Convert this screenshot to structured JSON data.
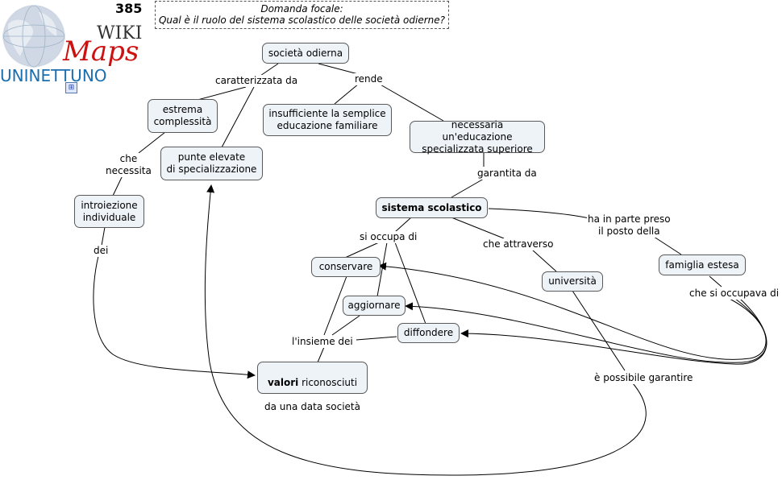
{
  "header": {
    "map_number": "385",
    "focus_question_title": "Domanda focale:",
    "focus_question_text": "Qual è il ruolo del sistema scolastico delle società odierne?"
  },
  "logo": {
    "wiki": "WIKI",
    "maps": "Maps",
    "brand": "UNINETTUNO"
  },
  "colors": {
    "node_fill": "#eef3f7",
    "node_border": "#5a5a5a",
    "brand_blue": "#1a6fb0",
    "logo_red": "#cc1111"
  },
  "nodes": {
    "societa_odierna": "società odierna",
    "estrema_complessita": "estrema\ncomplessità",
    "punte_elevate": "punte elevate\ndi specializzazione",
    "insufficiente": "insufficiente la semplice\neducazione familiare",
    "necessaria": "necessaria un'educazione\nspecializzata superiore",
    "introiezione": "introiezione\nindividuale",
    "sistema_scolastico": "sistema scolastico",
    "conservare": "conservare",
    "aggiornare": "aggiornare",
    "diffondere": "diffondere",
    "universita": "università",
    "famiglia_estesa": "famiglia estesa",
    "valori_bold": "valori",
    "valori_rest": " riconosciuti",
    "valori_line2": "da una data società"
  },
  "links": {
    "caratterizzata_da": "caratterizzata da",
    "rende": "rende",
    "che_necessita": "che\nnecessita",
    "garantita_da": "garantita da",
    "dei": "dei",
    "ha_in_parte": "ha in parte preso\nil posto della",
    "si_occupa_di": "si occupa di",
    "che_attraverso": "che attraverso",
    "che_si_occupava_di": "che si occupava di",
    "linsieme_dei": "l'insieme dei",
    "possibile_garantire": "è possibile garantire"
  }
}
